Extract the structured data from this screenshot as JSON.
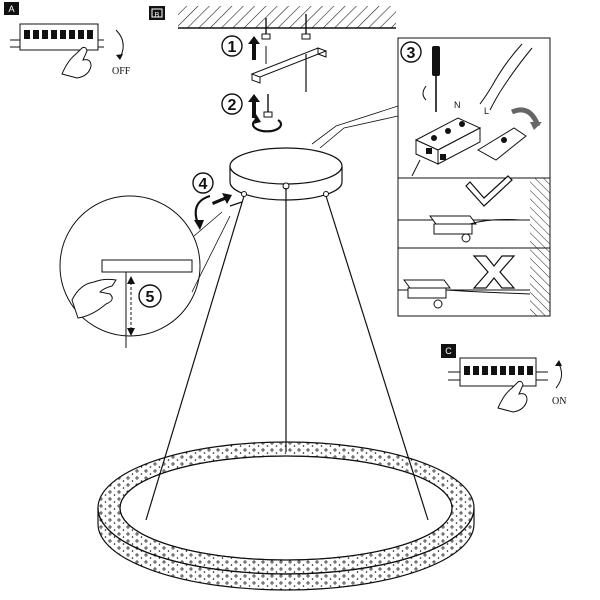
{
  "panels": {
    "a": {
      "letter": "A",
      "state_label": "OFF"
    },
    "b": {
      "letter": "B"
    },
    "c": {
      "letter": "C",
      "state_label": "ON"
    }
  },
  "steps": [
    "1",
    "2",
    "3",
    "4",
    "5"
  ],
  "wire_labels": {
    "neutral": "N",
    "live": "L"
  }
}
